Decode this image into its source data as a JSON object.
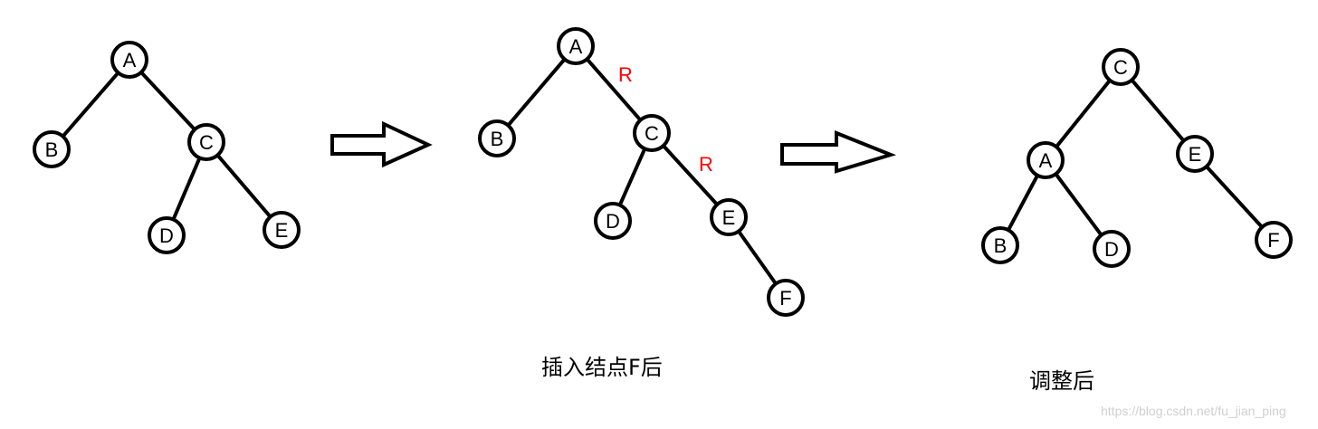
{
  "colors": {
    "rotation_label": "#ff0000",
    "stroke": "#000000",
    "watermark": "#d0d0d0"
  },
  "diagrams": [
    {
      "caption": "",
      "nodes": [
        "A",
        "B",
        "C",
        "D",
        "E"
      ],
      "edges": [
        [
          "A",
          "B"
        ],
        [
          "A",
          "C"
        ],
        [
          "C",
          "D"
        ],
        [
          "C",
          "E"
        ]
      ],
      "rotation_labels": []
    },
    {
      "caption": "插入结点F后",
      "nodes": [
        "A",
        "B",
        "C",
        "D",
        "E",
        "F"
      ],
      "edges": [
        [
          "A",
          "B"
        ],
        [
          "A",
          "C"
        ],
        [
          "C",
          "D"
        ],
        [
          "C",
          "E"
        ],
        [
          "E",
          "F"
        ]
      ],
      "rotation_labels": [
        "R",
        "R"
      ]
    },
    {
      "caption": "调整后",
      "nodes": [
        "C",
        "A",
        "E",
        "B",
        "D",
        "F"
      ],
      "edges": [
        [
          "C",
          "A"
        ],
        [
          "C",
          "E"
        ],
        [
          "A",
          "B"
        ],
        [
          "A",
          "D"
        ],
        [
          "E",
          "F"
        ]
      ],
      "rotation_labels": []
    }
  ],
  "arrows": [
    "right-arrow",
    "right-arrow"
  ],
  "watermark": "https://blog.csdn.net/fu_jian_ping"
}
